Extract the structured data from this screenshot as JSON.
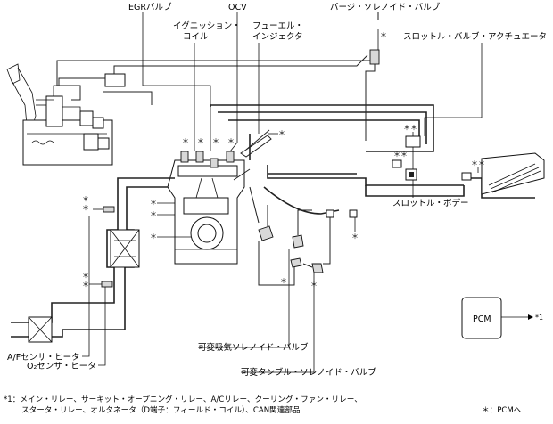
{
  "labels": {
    "egr_valve": "EGRバルブ",
    "ocv": "OCV",
    "purge_valve": "パージ・ソレノイド・バルブ",
    "ignition_coil_1": "イグニッション・",
    "ignition_coil_2": "コイル",
    "fuel_injector_1": "フューエル・",
    "fuel_injector_2": "インジェクタ",
    "throttle_actuator": "スロットル・バルブ・アクチュエータ",
    "throttle_body": "スロットル・ボデー",
    "af_sensor": "A/Fセンサ・ヒータ",
    "o2_sensor": "O₂センサ・ヒータ",
    "vis_valve": "可変吸気ソレノイド・バルブ",
    "tumble_valve": "可変タンブル・ソレノイド・バルブ",
    "pcm": "PCM",
    "pcm_ref": "*1"
  },
  "markers": {
    "star": "＊",
    "double_star": "＊＊",
    "star_pair": "＊＊"
  },
  "footnotes": {
    "line1": "*1：メイン・リレー、サーキット・オープニング・リレー、A/Cリレー、クーリング・ファン・リレー、",
    "line2": "スタータ・リレー、オルタネータ（D端子：フィールド・コイル）、CAN関連部品",
    "legend": "＊：PCMへ"
  }
}
